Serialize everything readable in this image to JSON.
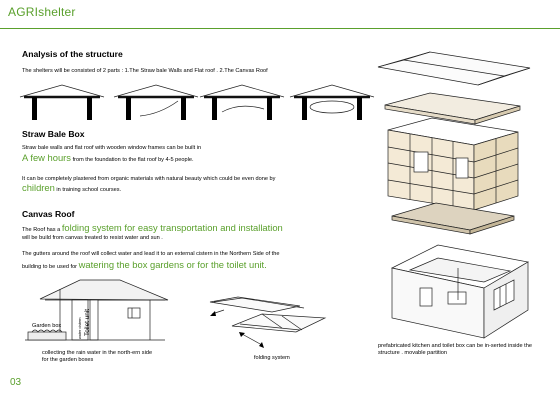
{
  "header": {
    "brand": "AGRIshelter",
    "page_number": "03",
    "accent_color": "#5aa02c"
  },
  "analysis": {
    "title": "Analysis of the structure",
    "intro": "The shelters will be consisted of 2 parts : 1.The Straw bale Walls and Flat roof . 2.The Canvas Roof"
  },
  "straw": {
    "title": "Straw Bale Box",
    "line1": "Straw bale walls and flat roof with wooden window frames can be built in",
    "highlight1": "A few hours",
    "line1b": "from the foundation to the flat roof by 4-5 people.",
    "line2": "It can be completely plastered from organic materials with natural beauty which could be even done by",
    "highlight2": "children",
    "line2b": "in training school courses."
  },
  "canvas": {
    "title": "Canvas Roof",
    "line1a": "The Roof has a",
    "highlight1": "folding system for easy transportation and installation",
    "line1b": "will be build from canvas treated to resist water and sun .",
    "line2": "The gutters around the roof will collect water and lead it to an external cistern in the Northern Side of the",
    "line2b": "building to be used for",
    "highlight2": "watering the box gardens or for the toilet unit."
  },
  "sketch": {
    "garden_label": "Garden box",
    "toilet_label": "Toilet unit",
    "cistern_label": "water cistern",
    "caption": "collecting the rain water in the north-ern side  for the garden boxes"
  },
  "folding_caption": "folding system",
  "kitchen_caption": "prefabricated kitchen and toilet box can be in-serted inside the structure . movable partition"
}
